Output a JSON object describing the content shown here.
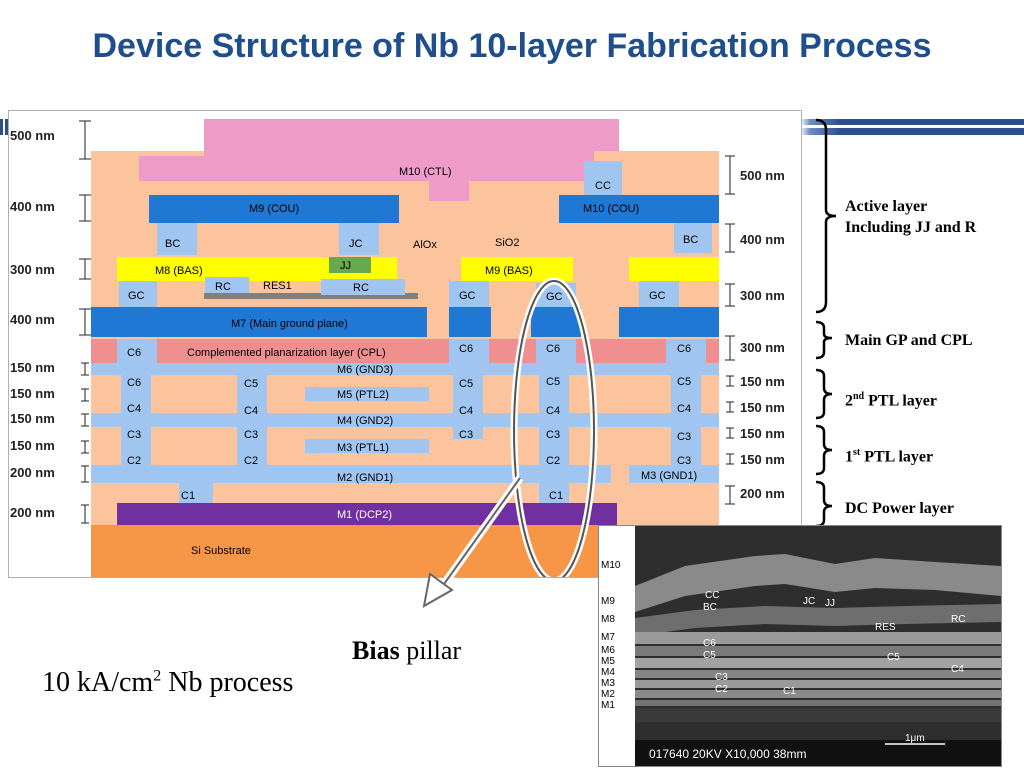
{
  "title": "Device Structure of Nb 10-layer Fabrication Process",
  "diagram": {
    "layers": {
      "m10": "M10 (CTL)",
      "cc": "CC",
      "m9_left": "M9 (COU)",
      "m10_right": "M10 (COU)",
      "bc_left": "BC",
      "jc": "JC",
      "aiox": "AlOx",
      "sio2": "SiO2",
      "bc_right": "BC",
      "m8": "M8 (BAS)",
      "jj": "JJ",
      "m9_bas": "M9 (BAS)",
      "rc_left": "RC",
      "res1": "RES1",
      "rc_mid": "RC",
      "gc1": "GC",
      "gc2": "GC",
      "gc3": "GC",
      "gc4": "GC",
      "m7": "M7 (Main ground plane)",
      "c6_1": "C6",
      "cpl": "Complemented planarization layer (CPL)",
      "c6_2": "C6",
      "c6_3": "C6",
      "c6_4": "C6",
      "m6": "M6 (GND3)",
      "c6_a": "C6",
      "c5_a": "C5",
      "c5_b": "C5",
      "c5_c": "C5",
      "c5_d": "C5",
      "m5": "M5 (PTL2)",
      "c4_a": "C4",
      "c4_b": "C4",
      "c4_c": "C4",
      "c4_d": "C4",
      "c4_e": "C4",
      "m4": "M4 (GND2)",
      "c3_a": "C3",
      "c3_b": "C3",
      "c3_c": "C3",
      "c3_d": "C3",
      "c3_e": "C3",
      "m3": "M3 (PTL1)",
      "c2_a": "C2",
      "c2_b": "C2",
      "c2_c": "C2",
      "c3_f": "C3",
      "m3_gnd1": "M3 (GND1)",
      "m2": "M2 (GND1)",
      "c1_a": "C1",
      "c1_b": "C1",
      "m1": "M1 (DCP2)",
      "substrate": "Si Substrate"
    },
    "left_thickness": [
      "500 nm",
      "400 nm",
      "300 nm",
      "400 nm",
      "150 nm",
      "150 nm",
      "150 nm",
      "150 nm",
      "200 nm",
      "200 nm"
    ],
    "right_thickness": [
      "500 nm",
      "400 nm",
      "300 nm",
      "300 nm",
      "150 nm",
      "150 nm",
      "150 nm",
      "150 nm",
      "200 nm"
    ]
  },
  "groups": {
    "active_line1": "Active layer",
    "active_line2": "Including  JJ and R",
    "main_gp": "Main GP and CPL",
    "ptl2_pre": "2",
    "ptl2_sup": "nd",
    "ptl2_post": " PTL layer",
    "ptl1_pre": "1",
    "ptl1_sup": "st",
    "ptl1_post": " PTL layer",
    "dc_power": "DC Power layer"
  },
  "sem": {
    "left_labels": [
      "M10",
      "M9",
      "M8",
      "M7",
      "M6",
      "M5",
      "M4",
      "M3",
      "M2",
      "M1"
    ],
    "inner_labels": {
      "cc": "CC",
      "bc": "BC",
      "jc": "JC",
      "jj": "JJ",
      "res": "RES",
      "rc": "RC",
      "c6": "C6",
      "c5a": "C5",
      "c5b": "C5",
      "c4": "C4",
      "c3": "C3",
      "c2": "C2",
      "c1": "C1"
    },
    "scale": "1μm",
    "footer": "017640  20KV  X10,000  38mm"
  },
  "bias_bold": "Bias",
  "bias_rest": " pillar",
  "process_pre": "10 kA/cm",
  "process_sup": "2",
  "process_post": " Nb process",
  "colors": {
    "title": "#1f4e8c",
    "sio2": "#fbc49c",
    "m10": "#ef9bc8",
    "cou": "#1f78d4",
    "bas": "#ffff00",
    "jj": "#6aa84f",
    "contact": "#9fc5f0",
    "cpl": "#ef8f8f",
    "m1": "#7030a0",
    "substrate": "#f79646",
    "res": "#808080"
  }
}
